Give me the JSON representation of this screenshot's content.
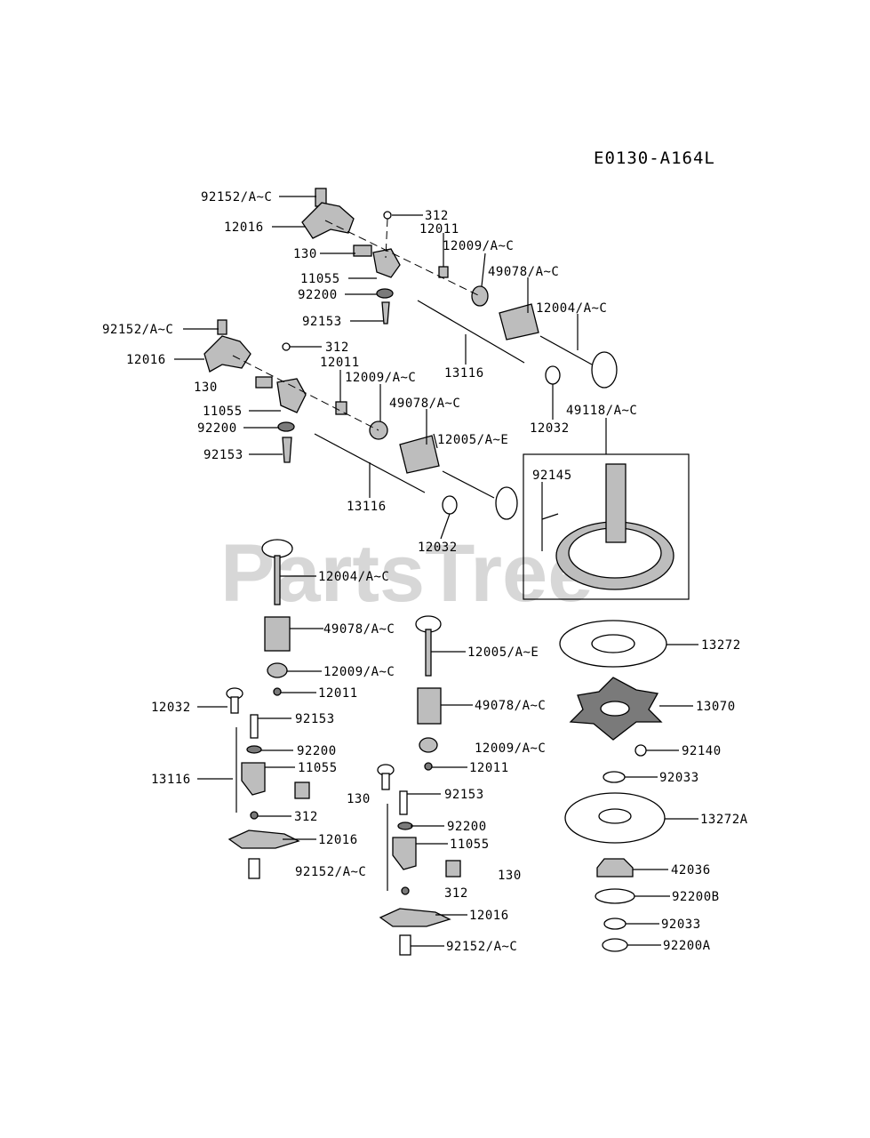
{
  "diagram_code": "E0130-A164L",
  "watermark": "PartsTree",
  "labels": {
    "l92152_a": "92152/A~C",
    "l12016_a": "12016",
    "l312_a": "312",
    "l12011_a": "12011",
    "l12009_a": "12009/A~C",
    "l130_a": "130",
    "l11055_a": "11055",
    "l49078_a": "49078/A~C",
    "l92200_a": "92200",
    "l12004_a": "12004/A~C",
    "l92153_a": "92153",
    "l92152_b": "92152/A~C",
    "l312_b": "312",
    "l12016_b": "12016",
    "l13116_a": "13116",
    "l12011_b": "12011",
    "l130_b": "130",
    "l12009_b": "12009/A~C",
    "l11055_b": "11055",
    "l49078_b": "49078/A~C",
    "l12032_a": "12032",
    "l49118": "49118/A~C",
    "l92200_b": "92200",
    "l12005_a": "12005/A~E",
    "l92153_b": "92153",
    "l92145": "92145",
    "l13116_b": "13116",
    "l12032_b": "12032",
    "l12004_b": "12004/A~C",
    "l49078_c": "49078/A~C",
    "l13272": "13272",
    "l12005_b": "12005/A~E",
    "l12009_c": "12009/A~C",
    "l12011_c": "12011",
    "l12032_c": "12032",
    "l92153_c": "92153",
    "l49078_d": "49078/A~C",
    "l13070": "13070",
    "l92200_c": "92200",
    "l13116_c": "13116",
    "l11055_c": "11055",
    "l12009_d": "12009/A~C",
    "l92140": "92140",
    "l12011_d": "12011",
    "l312_c": "312",
    "l92033_a": "92033",
    "l130_c": "130",
    "l92153_d": "92153",
    "l12016_c": "12016",
    "l13272a": "13272A",
    "l92200_d": "92200",
    "l11055_d": "11055",
    "l92152_c": "92152/A~C",
    "l130_d": "130",
    "l42036": "42036",
    "l312_d": "312",
    "l92200b": "92200B",
    "l12016_d": "12016",
    "l92033_b": "92033",
    "l92152_d": "92152/A~C",
    "l92200a": "92200A"
  }
}
